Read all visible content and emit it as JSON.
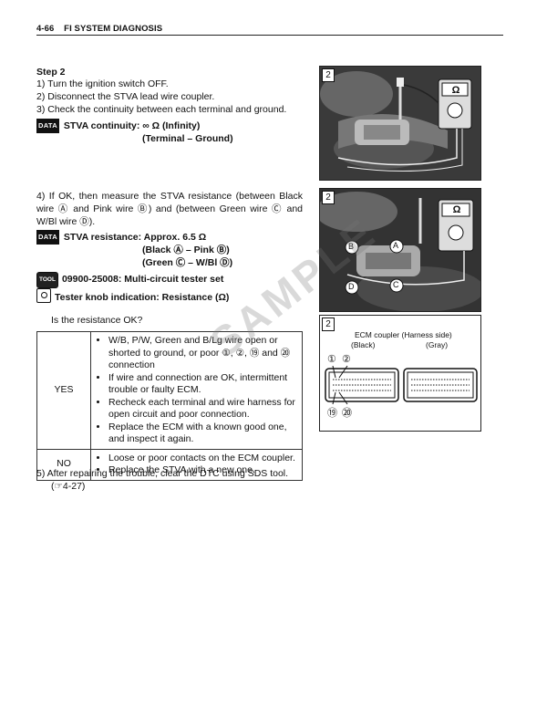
{
  "header": {
    "page_number": "4-66",
    "section_title": "FI SYSTEM DIAGNOSIS"
  },
  "step": {
    "title": "Step 2",
    "items": [
      "1) Turn the ignition switch OFF.",
      "2) Disconnect the STVA lead wire coupler.",
      "3) Check the continuity between each terminal and ground."
    ]
  },
  "continuity": {
    "tag": "DATA",
    "label": "STVA continuity: ∞ Ω (Infinity)",
    "sub": "(Terminal – Ground)"
  },
  "step4": {
    "text": "4) If OK, then measure the STVA resistance (between Black wire Ⓐ and Pink wire Ⓑ) and (between Green wire Ⓒ and W/Bl wire Ⓓ)."
  },
  "resistance": {
    "tag": "DATA",
    "label": "STVA resistance:  Approx. 6.5 Ω",
    "line2": "(Black Ⓐ – Pink Ⓑ)",
    "line3": "(Green Ⓒ – W/Bl Ⓓ)"
  },
  "tool": {
    "tag": "TOOL",
    "label": "09900-25008: Multi-circuit tester set"
  },
  "knob": {
    "label": "Tester knob indication: Resistance (Ω)"
  },
  "question": "Is the resistance OK?",
  "table": {
    "yes_label": "YES",
    "yes_items": [
      "W/B, P/W, Green and B/Lg wire open or shorted to ground, or poor ①, ②, ⑲ and ⑳ connection",
      "If wire and connection are OK, intermittent trouble or faulty ECM.",
      "Recheck each terminal and wire harness for open circuit and poor connection.",
      "Replace the ECM with a known good one, and inspect it again."
    ],
    "no_label": "NO",
    "no_items": [
      "Loose or poor contacts on the ECM coupler.",
      "Replace the STVA with a new one."
    ]
  },
  "step5": {
    "line1": "5) After repairing the trouble, clear the DTC using SDS tool.",
    "line2": "(☞4-27)"
  },
  "figures": {
    "fig_label": "2",
    "ohm_symbol": "Ω",
    "letters": [
      "B",
      "A",
      "D",
      "C"
    ],
    "coupler_title": "ECM coupler (Harness side)",
    "coupler_left": "(Black)",
    "coupler_right": "(Gray)",
    "pins_top": [
      "①",
      "②"
    ],
    "pins_bottom": [
      "⑲",
      "⑳"
    ]
  },
  "watermark": "SAMPLE"
}
